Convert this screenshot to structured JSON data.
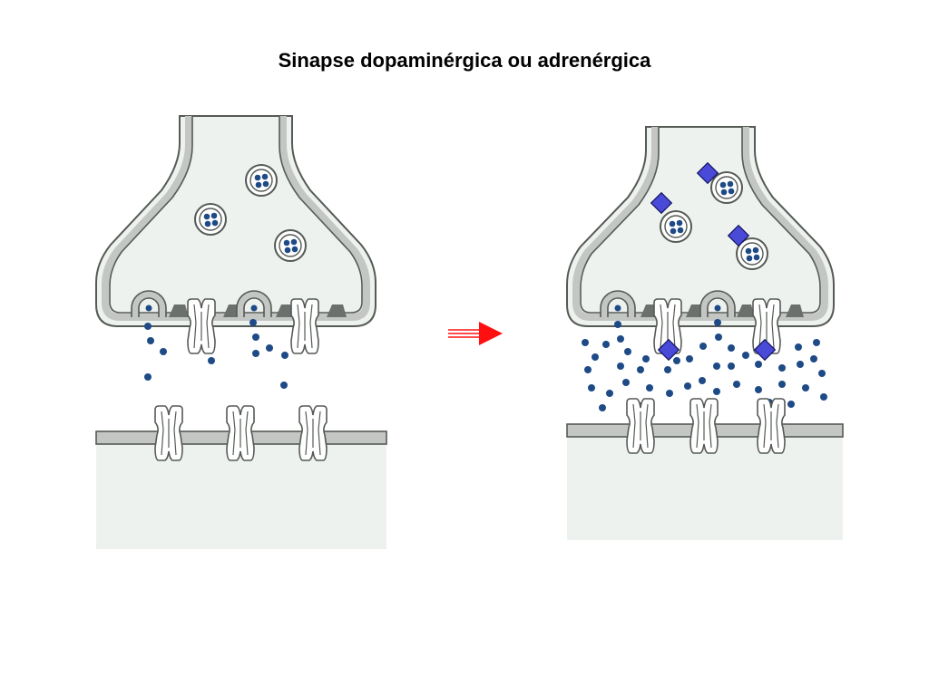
{
  "title": "Sinapse dopaminérgica ou adrenérgica",
  "colors": {
    "cytoplasm": "#eef2ee",
    "membrane_fill": "#c3c6c3",
    "membrane_stroke": "#555a55",
    "neurotransmitter": "#1e4a86",
    "drug": "#4a4ad8",
    "arrow": "#ff1010",
    "dark_triangle": "#6c706c",
    "receptor_fill": "#ffffff"
  },
  "panels": [
    {
      "name": "before",
      "label": "",
      "drug_present": false
    },
    {
      "name": "after",
      "label": "",
      "drug_present": true
    }
  ],
  "arrow_icon": "double-line-right-arrow"
}
